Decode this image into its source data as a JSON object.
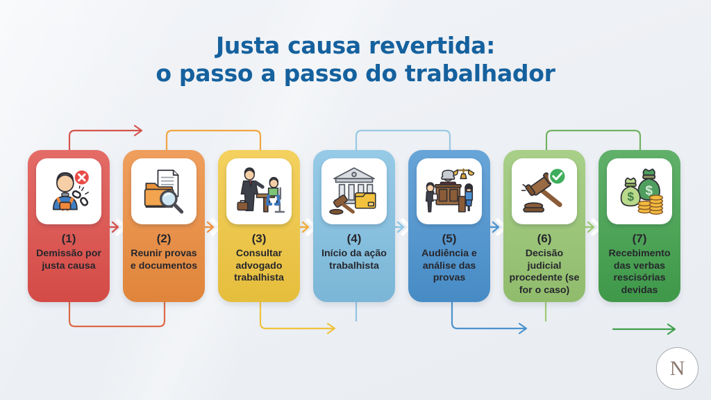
{
  "title": {
    "line1": "Justa causa revertida:",
    "line2": "o passo a passo do trabalhador"
  },
  "steps": [
    {
      "number": "(1)",
      "label": "Demissão por justa causa",
      "color": "#df4f4a",
      "icon": "dismissed-worker-broken-chain-icon"
    },
    {
      "number": "(2)",
      "label": "Reunir provas e documentos",
      "color": "#ec8c3e",
      "icon": "folder-documents-magnifier-icon"
    },
    {
      "number": "(3)",
      "label": "Consultar advogado trabalhista",
      "color": "#f2c840",
      "icon": "lawyer-consultation-icon"
    },
    {
      "number": "(4)",
      "label": "Início da ação trabalhista",
      "color": "#82c0e2",
      "icon": "courthouse-gavel-folder-icon"
    },
    {
      "number": "(5)",
      "label": "Audiência e análise das provas",
      "color": "#4b93d0",
      "icon": "courtroom-hearing-icon"
    },
    {
      "number": "(6)",
      "label": "Decisão judicial procedente (se for o caso)",
      "color": "#98c672",
      "icon": "gavel-approved-check-icon"
    },
    {
      "number": "(7)",
      "label": "Recebimento das verbas rescisórias devidas",
      "color": "#42a14d",
      "icon": "money-bags-coins-icon"
    }
  ],
  "logo": {
    "letter": "N"
  },
  "colors": {
    "title_text": "#15619e",
    "card_text": "#26262c",
    "background": "#eef1f5",
    "connector_red": "#d4544e",
    "connector_orange": "#f0a643",
    "connector_yellow": "#f0c23e",
    "connector_lightblue": "#92c5e3",
    "connector_blue": "#4b92cd",
    "connector_lightgreen": "#9dc974",
    "connector_green": "#3f9f4b"
  }
}
